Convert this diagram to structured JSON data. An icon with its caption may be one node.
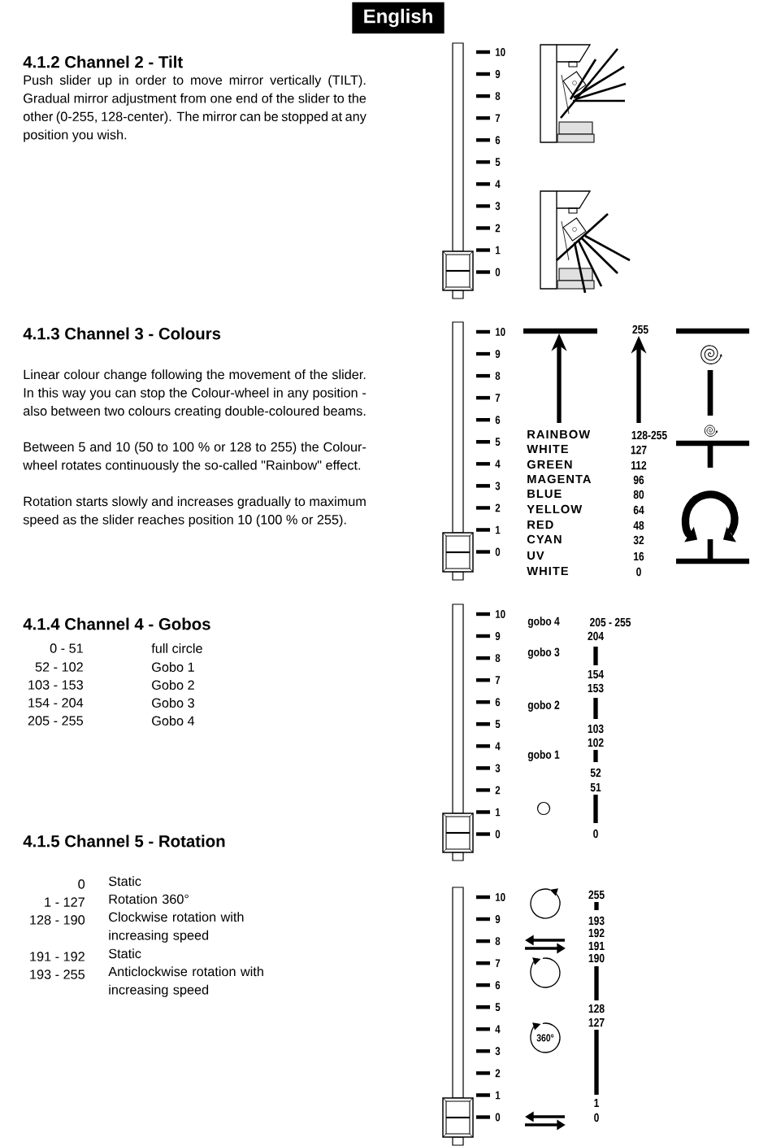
{
  "diagram": {
    "nodes": [
      {
        "text": [
          "English"
        ]
      }
    ],
    "labels": [
      "4.1.2 Channel 2 - Tilt",
      "Push slider up in order to move mirror vertically (TILT). Gradual mirror adjustment from one end of the slider to the other (0-255, 128-center). The mirror can be stopped at any position you wish.",
      "10",
      "9",
      "8",
      "7",
      "6",
      "5",
      "4",
      "3",
      "2",
      "1",
      "0",
      "4.1.3 Channel 3 - Colours",
      "Linear colour change following the movement of the slider. In this way you can stop the Colour-wheel in any position - also between two colours creating double-coloured beams.",
      "Between 5 and 10 (50 to 100 % or 128 to 255) the Colour-wheel rotates continuously the so-called \"Rainbow\" effect.",
      "Rotation starts slowly and increases gradually to maximum speed as the slider reaches position 10 (100 % or 255).",
      "10",
      "9",
      "8",
      "7",
      "6",
      "5",
      "4",
      "3",
      "2",
      "1",
      "0",
      "255",
      "RAINBOW",
      "128-255",
      "WHITE",
      "127",
      "GREEN",
      "112",
      "MAGENTA",
      "96",
      "BLUE",
      "80",
      "YELLOW",
      "64",
      "RED",
      "48",
      "CYAN",
      "32",
      "UV",
      "16",
      "WHITE",
      "0",
      "4.1.4 Channel 4 - Gobos",
      "0 - 51",
      "full circle",
      "52 - 102",
      "Gobo 1",
      "103 - 153",
      "Gobo 2",
      "154 - 204",
      "Gobo 3",
      "205 - 255",
      "Gobo 4",
      "10",
      "9",
      "8",
      "7",
      "6",
      "5",
      "4",
      "3",
      "2",
      "1",
      "0",
      "gobo 4",
      "205 - 255",
      "204",
      "gobo 3",
      "154",
      "153",
      "gobo 2",
      "103",
      "102",
      "gobo 1",
      "52",
      "51",
      "0",
      "4.1.5 Channel 5 - Rotation",
      "0",
      "Static",
      "1 - 127",
      "Rotation 360°",
      "128 - 190",
      "Clockwise rotation with increasing speed",
      "191 - 192",
      "Static",
      "193 - 255",
      "Anticlockwise rotation with increasing speed",
      "10",
      "9",
      "8",
      "7",
      "6",
      "5",
      "4",
      "3",
      "2",
      "1",
      "0",
      "255",
      "193",
      "192",
      "191",
      "190",
      "128",
      "127",
      "360°",
      "1",
      "0"
    ]
  }
}
